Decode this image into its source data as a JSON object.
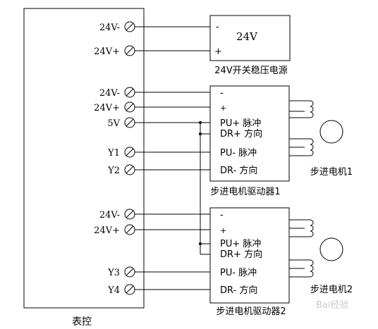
{
  "controller": {
    "label": "表控",
    "terminals": [
      "24V-",
      "24V+",
      "24V-",
      "24V+",
      "5V",
      "Y1",
      "Y2",
      "24V-",
      "24V+",
      "Y3",
      "Y4"
    ]
  },
  "power_supply": {
    "minus": "-",
    "plus": "+",
    "value": "24V",
    "caption": "24V开关稳压电源"
  },
  "drivers": [
    {
      "caption": "步进电机驱动器1",
      "minus": "-",
      "plus": "+",
      "pu_plus": "PU+ 脉冲",
      "dr_plus": "DR+ 方向",
      "pu_minus": "PU- 脉冲",
      "dr_minus": "DR- 方向"
    },
    {
      "caption": "步进电机驱动器2",
      "minus": "-",
      "plus": "+",
      "pu_plus": "PU+ 脉冲",
      "dr_plus": "DR+ 方向",
      "pu_minus": "PU- 脉冲",
      "dr_minus": "DR- 方向"
    }
  ],
  "motors": [
    {
      "label": "步进电机1"
    },
    {
      "label": "步进电机2"
    }
  ],
  "watermark": "Bai经验"
}
